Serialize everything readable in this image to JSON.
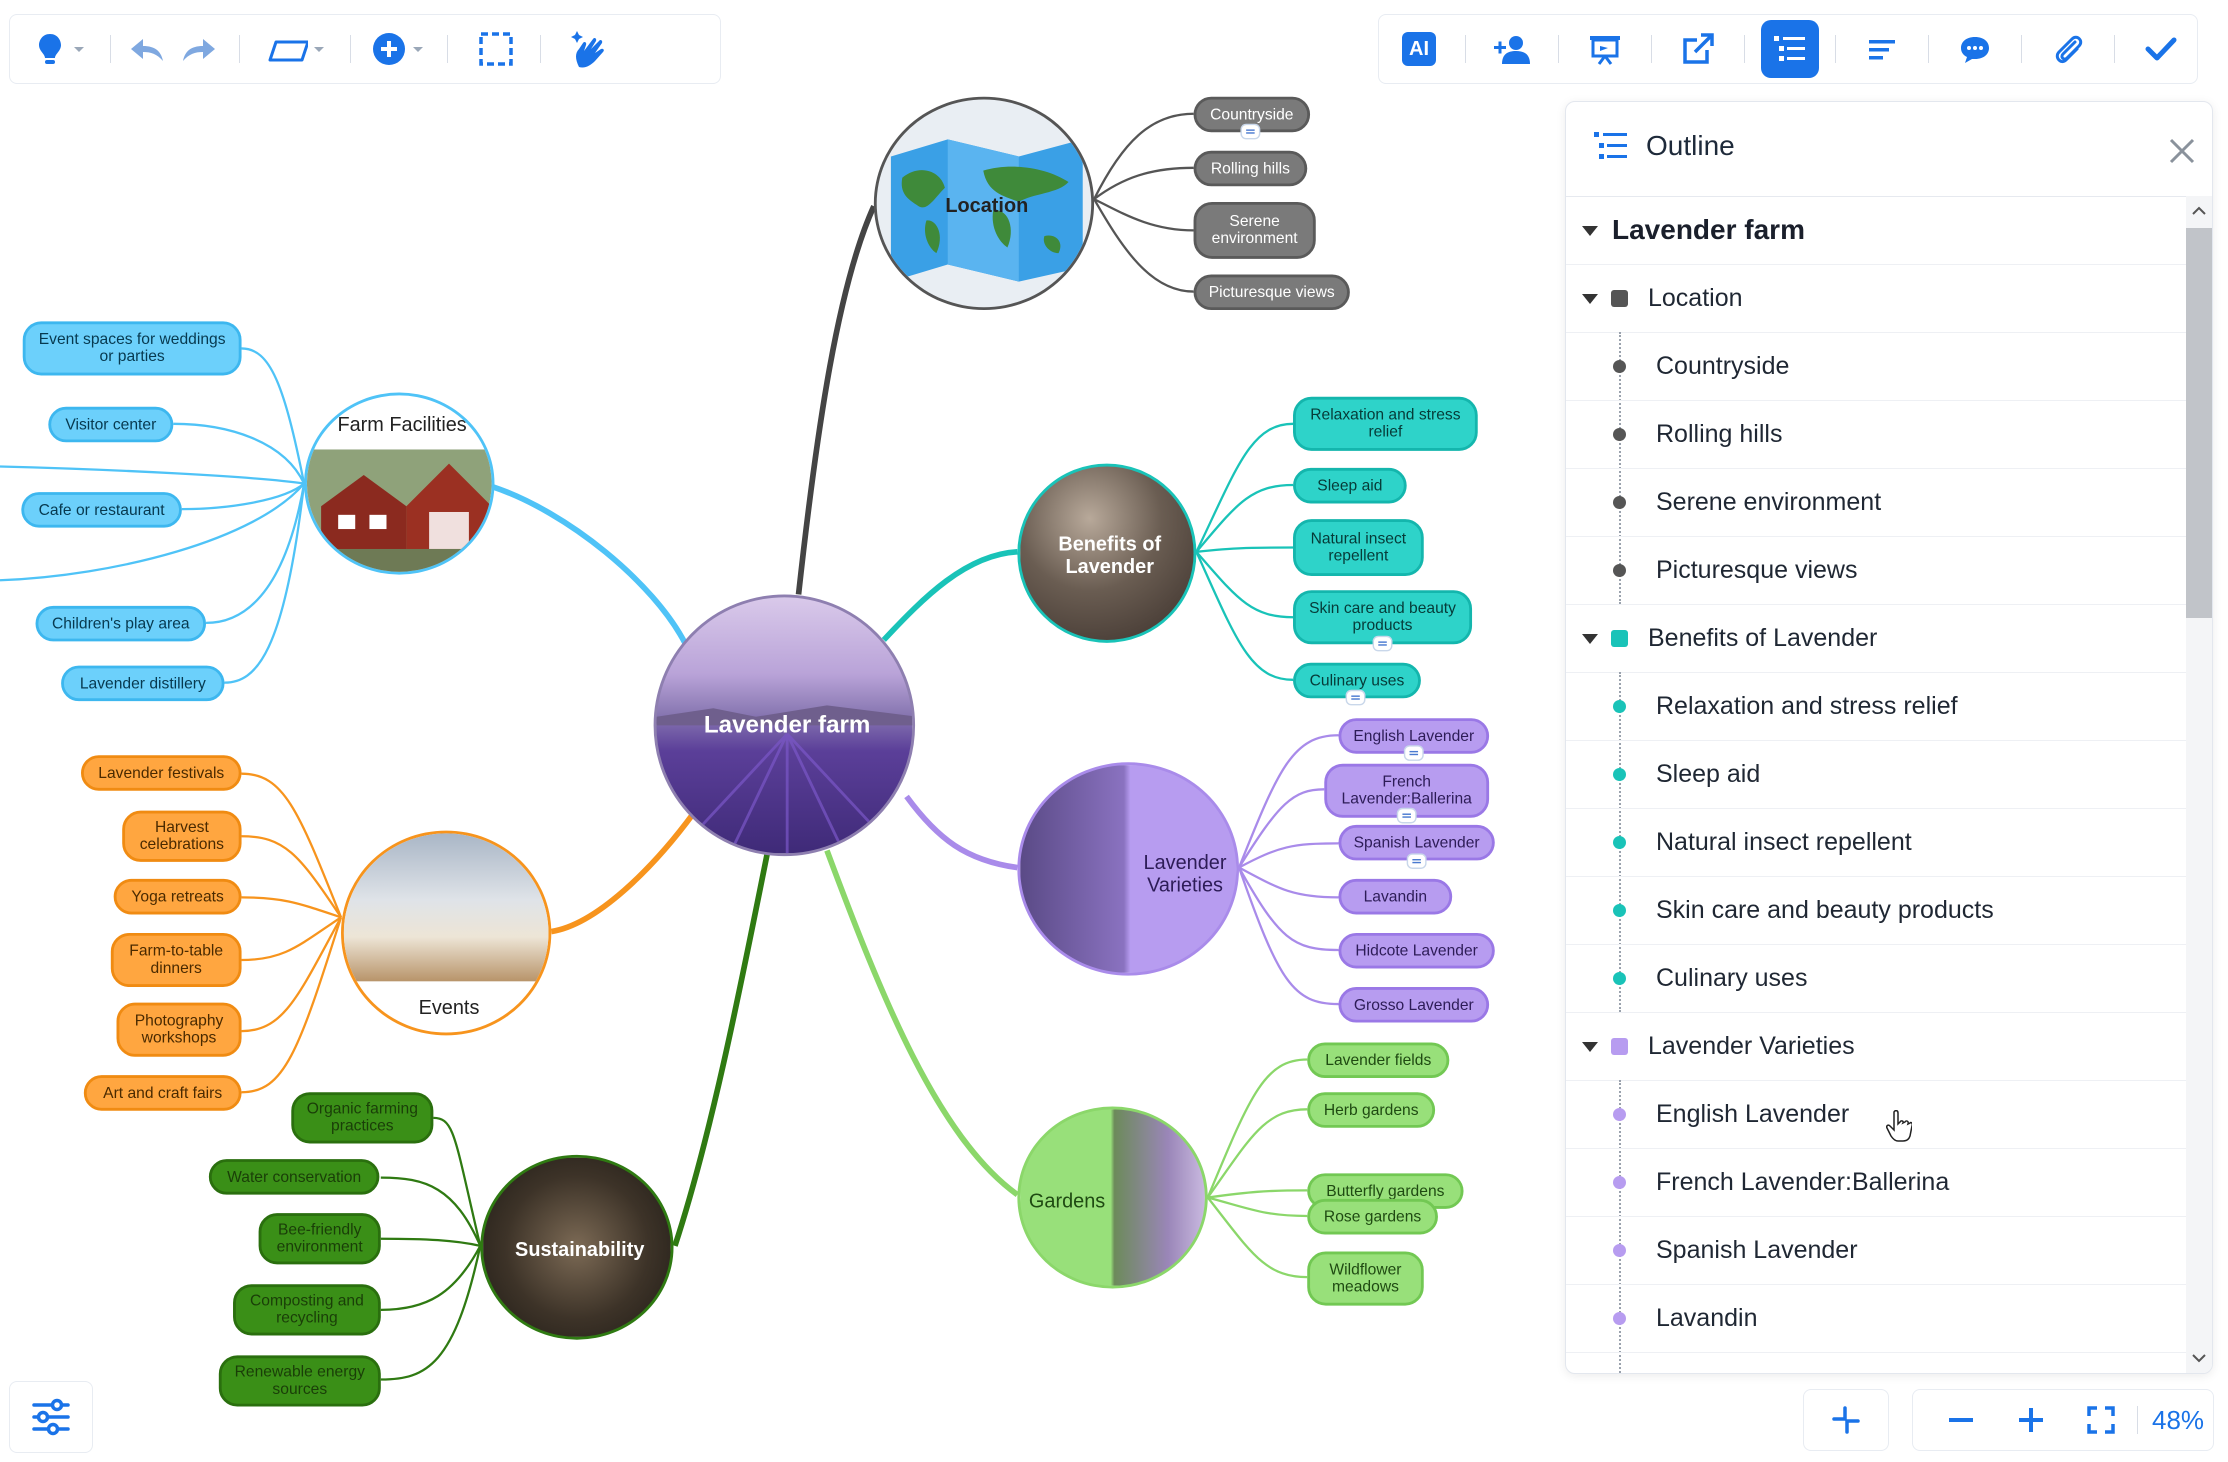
{
  "toolbar_left": {
    "icons": [
      "lightbulb-icon",
      "undo-icon",
      "redo-icon",
      "shape-icon",
      "add-icon",
      "select-area-icon",
      "magic-hand-icon"
    ]
  },
  "toolbar_right": {
    "ai_label": "AI",
    "icons": [
      "add-user-icon",
      "presentation-icon",
      "export-icon",
      "outline-icon",
      "notes-icon",
      "comment-icon",
      "attachment-icon",
      "check-icon"
    ]
  },
  "zoom": {
    "level": "48%"
  },
  "colors": {
    "accent": "#1a73e8",
    "location": "#555555",
    "benefits": "#19c3b8",
    "varieties": "#a98bea",
    "gardens": "#8bd76a",
    "sustainability": "#2f7a12",
    "events": "#f7941d",
    "facilities": "#4fc3f7"
  },
  "mindmap": {
    "central": "Lavender farm",
    "location": {
      "title": "Location",
      "children": [
        "Countryside",
        "Rolling hills",
        "Serene environment",
        "Picturesque views"
      ]
    },
    "benefits": {
      "title": "Benefits of Lavender",
      "children": [
        "Relaxation and stress relief",
        "Sleep aid",
        "Natural insect repellent",
        "Skin care and beauty products",
        "Culinary uses"
      ]
    },
    "varieties": {
      "title": "Lavender Varieties",
      "children": [
        "English Lavender",
        "French Lavender:Ballerina",
        "Spanish Lavender",
        "Lavandin",
        "Hidcote Lavender",
        "Grosso Lavender"
      ]
    },
    "gardens": {
      "title": "Gardens",
      "children": [
        "Lavender fields",
        "Herb gardens",
        "Butterfly gardens",
        "Rose gardens",
        "Wildflower meadows"
      ]
    },
    "sustainability": {
      "title": "Sustainability",
      "children": [
        "Organic farming practices",
        "Water conservation",
        "Bee-friendly environment",
        "Composting and recycling",
        "Renewable energy sources"
      ]
    },
    "events": {
      "title": "Events",
      "children": [
        "Lavender festivals",
        "Harvest celebrations",
        "Yoga retreats",
        "Farm-to-table dinners",
        "Photography workshops",
        "Art and craft fairs"
      ]
    },
    "facilities": {
      "title": "Farm Facilities",
      "children": [
        "Event spaces for weddings or parties",
        "Visitor center",
        "Cafe or restaurant",
        "Children's play area",
        "Lavender distillery"
      ]
    }
  },
  "outline": {
    "title": "Outline",
    "root": "Lavender farm",
    "sections": [
      {
        "label": "Location",
        "items": [
          "Countryside",
          "Rolling hills",
          "Serene environment",
          "Picturesque views"
        ]
      },
      {
        "label": "Benefits of Lavender",
        "items": [
          "Relaxation and stress relief",
          "Sleep aid",
          "Natural insect repellent",
          "Skin care and beauty products",
          "Culinary uses"
        ]
      },
      {
        "label": "Lavender Varieties",
        "items": [
          "English Lavender",
          "French Lavender:Ballerina",
          "Spanish Lavender",
          "Lavandin"
        ]
      }
    ]
  }
}
